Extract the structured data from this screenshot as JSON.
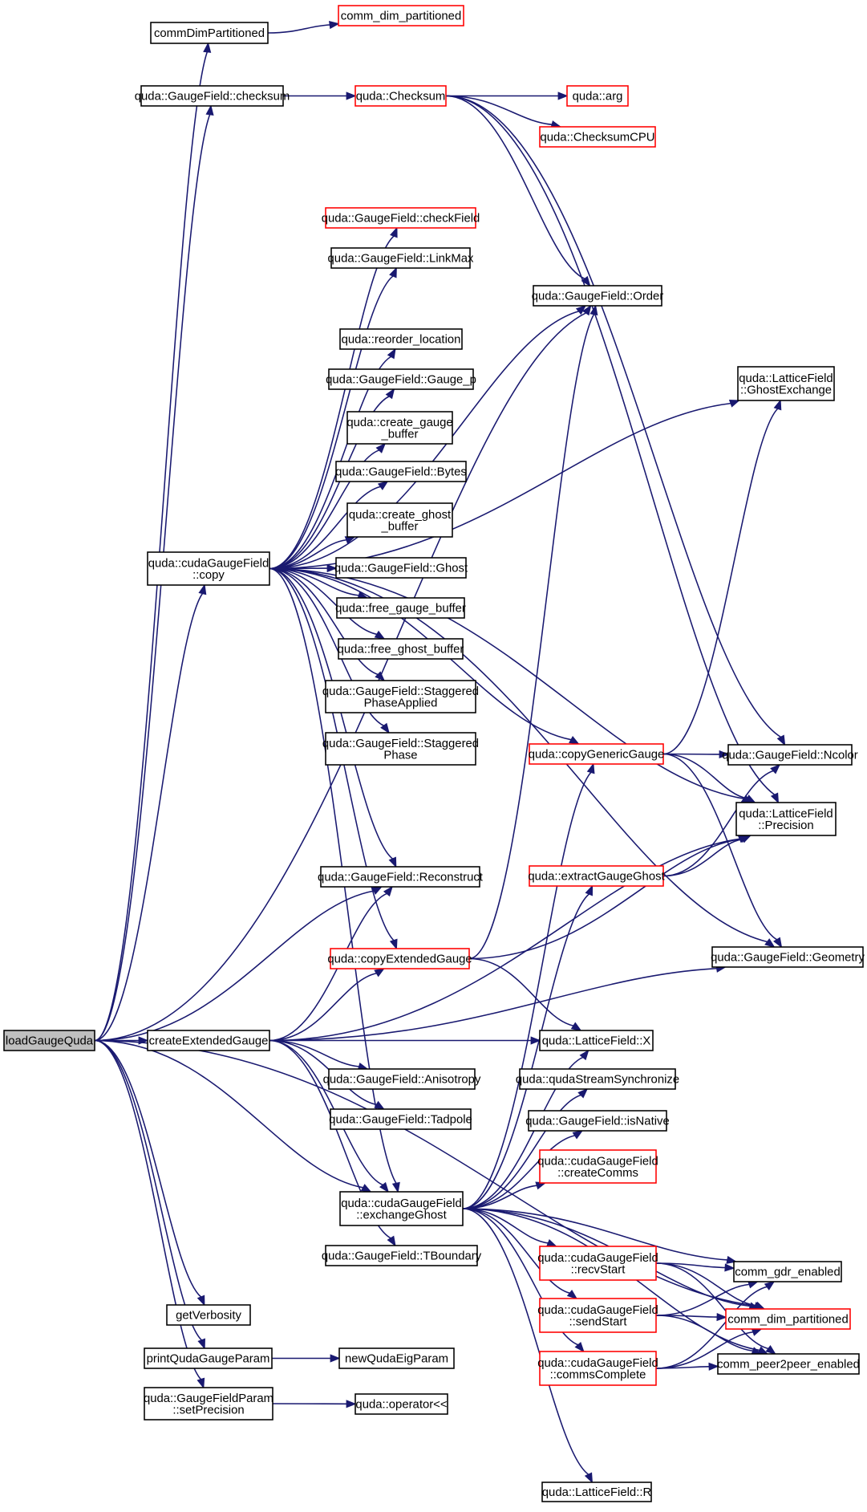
{
  "diagram": {
    "type": "call-graph",
    "colors": {
      "edge": "#191970",
      "node_border": "#000000",
      "node_border_incomplete": "#ff0000",
      "root_fill": "#bfbfbf"
    },
    "nodes": [
      {
        "id": "loadGaugeQuda",
        "lines": [
          "loadGaugeQuda"
        ],
        "root": true,
        "red": false
      },
      {
        "id": "commDimPartitioned",
        "lines": [
          "commDimPartitioned"
        ],
        "red": false
      },
      {
        "id": "comm_dim_partitioned_top",
        "lines": [
          "comm_dim_partitioned"
        ],
        "red": true
      },
      {
        "id": "checksum",
        "lines": [
          "quda::GaugeField::checksum"
        ],
        "red": false
      },
      {
        "id": "Checksum",
        "lines": [
          "quda::Checksum"
        ],
        "red": true
      },
      {
        "id": "arg",
        "lines": [
          "quda::arg"
        ],
        "red": true
      },
      {
        "id": "ChecksumCPU",
        "lines": [
          "quda::ChecksumCPU"
        ],
        "red": true
      },
      {
        "id": "checkField",
        "lines": [
          "quda::GaugeField::checkField"
        ],
        "red": true
      },
      {
        "id": "LinkMax",
        "lines": [
          "quda::GaugeField::LinkMax"
        ],
        "red": false
      },
      {
        "id": "Order",
        "lines": [
          "quda::GaugeField::Order"
        ],
        "red": false
      },
      {
        "id": "reorder_location",
        "lines": [
          "quda::reorder_location"
        ],
        "red": false
      },
      {
        "id": "GhostExchange",
        "lines": [
          "quda::LatticeField",
          "::GhostExchange"
        ],
        "red": false
      },
      {
        "id": "Gauge_p",
        "lines": [
          "quda::GaugeField::Gauge_p"
        ],
        "red": false
      },
      {
        "id": "create_gauge_buffer",
        "lines": [
          "quda::create_gauge",
          "_buffer"
        ],
        "red": false
      },
      {
        "id": "Bytes",
        "lines": [
          "quda::GaugeField::Bytes"
        ],
        "red": false
      },
      {
        "id": "create_ghost_buffer",
        "lines": [
          "quda::create_ghost",
          "_buffer"
        ],
        "red": false
      },
      {
        "id": "copy",
        "lines": [
          "quda::cudaGaugeField",
          "::copy"
        ],
        "red": false
      },
      {
        "id": "Ghost",
        "lines": [
          "quda::GaugeField::Ghost"
        ],
        "red": false
      },
      {
        "id": "free_gauge_buffer",
        "lines": [
          "quda::free_gauge_buffer"
        ],
        "red": false
      },
      {
        "id": "free_ghost_buffer",
        "lines": [
          "quda::free_ghost_buffer"
        ],
        "red": false
      },
      {
        "id": "StaggeredPhaseApplied",
        "lines": [
          "quda::GaugeField::Staggered",
          "PhaseApplied"
        ],
        "red": false
      },
      {
        "id": "StaggeredPhase",
        "lines": [
          "quda::GaugeField::Staggered",
          "Phase"
        ],
        "red": false
      },
      {
        "id": "copyGenericGauge",
        "lines": [
          "quda::copyGenericGauge"
        ],
        "red": true
      },
      {
        "id": "Ncolor",
        "lines": [
          "quda::GaugeField::Ncolor"
        ],
        "red": false
      },
      {
        "id": "Precision",
        "lines": [
          "quda::LatticeField",
          "::Precision"
        ],
        "red": false
      },
      {
        "id": "extractGaugeGhost",
        "lines": [
          "quda::extractGaugeGhost"
        ],
        "red": true
      },
      {
        "id": "Reconstruct",
        "lines": [
          "quda::GaugeField::Reconstruct"
        ],
        "red": false
      },
      {
        "id": "copyExtendedGauge",
        "lines": [
          "quda::copyExtendedGauge"
        ],
        "red": true
      },
      {
        "id": "Geometry",
        "lines": [
          "quda::GaugeField::Geometry"
        ],
        "red": false
      },
      {
        "id": "createExtendedGauge",
        "lines": [
          "createExtendedGauge"
        ],
        "red": false
      },
      {
        "id": "X",
        "lines": [
          "quda::LatticeField::X"
        ],
        "red": false
      },
      {
        "id": "Anisotropy",
        "lines": [
          "quda::GaugeField::Anisotropy"
        ],
        "red": false
      },
      {
        "id": "qudaStreamSynchronize",
        "lines": [
          "quda::qudaStreamSynchronize"
        ],
        "red": false
      },
      {
        "id": "Tadpole",
        "lines": [
          "quda::GaugeField::Tadpole"
        ],
        "red": false
      },
      {
        "id": "isNative",
        "lines": [
          "quda::GaugeField::isNative"
        ],
        "red": false
      },
      {
        "id": "createComms",
        "lines": [
          "quda::cudaGaugeField",
          "::createComms"
        ],
        "red": true
      },
      {
        "id": "exchangeGhost",
        "lines": [
          "quda::cudaGaugeField",
          "::exchangeGhost"
        ],
        "red": false
      },
      {
        "id": "TBoundary",
        "lines": [
          "quda::GaugeField::TBoundary"
        ],
        "red": false
      },
      {
        "id": "recvStart",
        "lines": [
          "quda::cudaGaugeField",
          "::recvStart"
        ],
        "red": true
      },
      {
        "id": "comm_gdr_enabled",
        "lines": [
          "comm_gdr_enabled"
        ],
        "red": false
      },
      {
        "id": "getVerbosity",
        "lines": [
          "getVerbosity"
        ],
        "red": false
      },
      {
        "id": "sendStart",
        "lines": [
          "quda::cudaGaugeField",
          "::sendStart"
        ],
        "red": true
      },
      {
        "id": "comm_dim_partitioned_bot",
        "lines": [
          "comm_dim_partitioned"
        ],
        "red": true
      },
      {
        "id": "printQudaGaugeParam",
        "lines": [
          "printQudaGaugeParam"
        ],
        "red": false
      },
      {
        "id": "newQudaEigParam",
        "lines": [
          "newQudaEigParam"
        ],
        "red": false
      },
      {
        "id": "commsComplete",
        "lines": [
          "quda::cudaGaugeField",
          "::commsComplete"
        ],
        "red": true
      },
      {
        "id": "comm_peer2peer_enabled",
        "lines": [
          "comm_peer2peer_enabled"
        ],
        "red": false
      },
      {
        "id": "setPrecision",
        "lines": [
          "quda::GaugeFieldParam",
          "::setPrecision"
        ],
        "red": false
      },
      {
        "id": "operator_ll",
        "lines": [
          "quda::operator<<"
        ],
        "red": false
      },
      {
        "id": "R",
        "lines": [
          "quda::LatticeField::R"
        ],
        "red": false
      }
    ]
  }
}
